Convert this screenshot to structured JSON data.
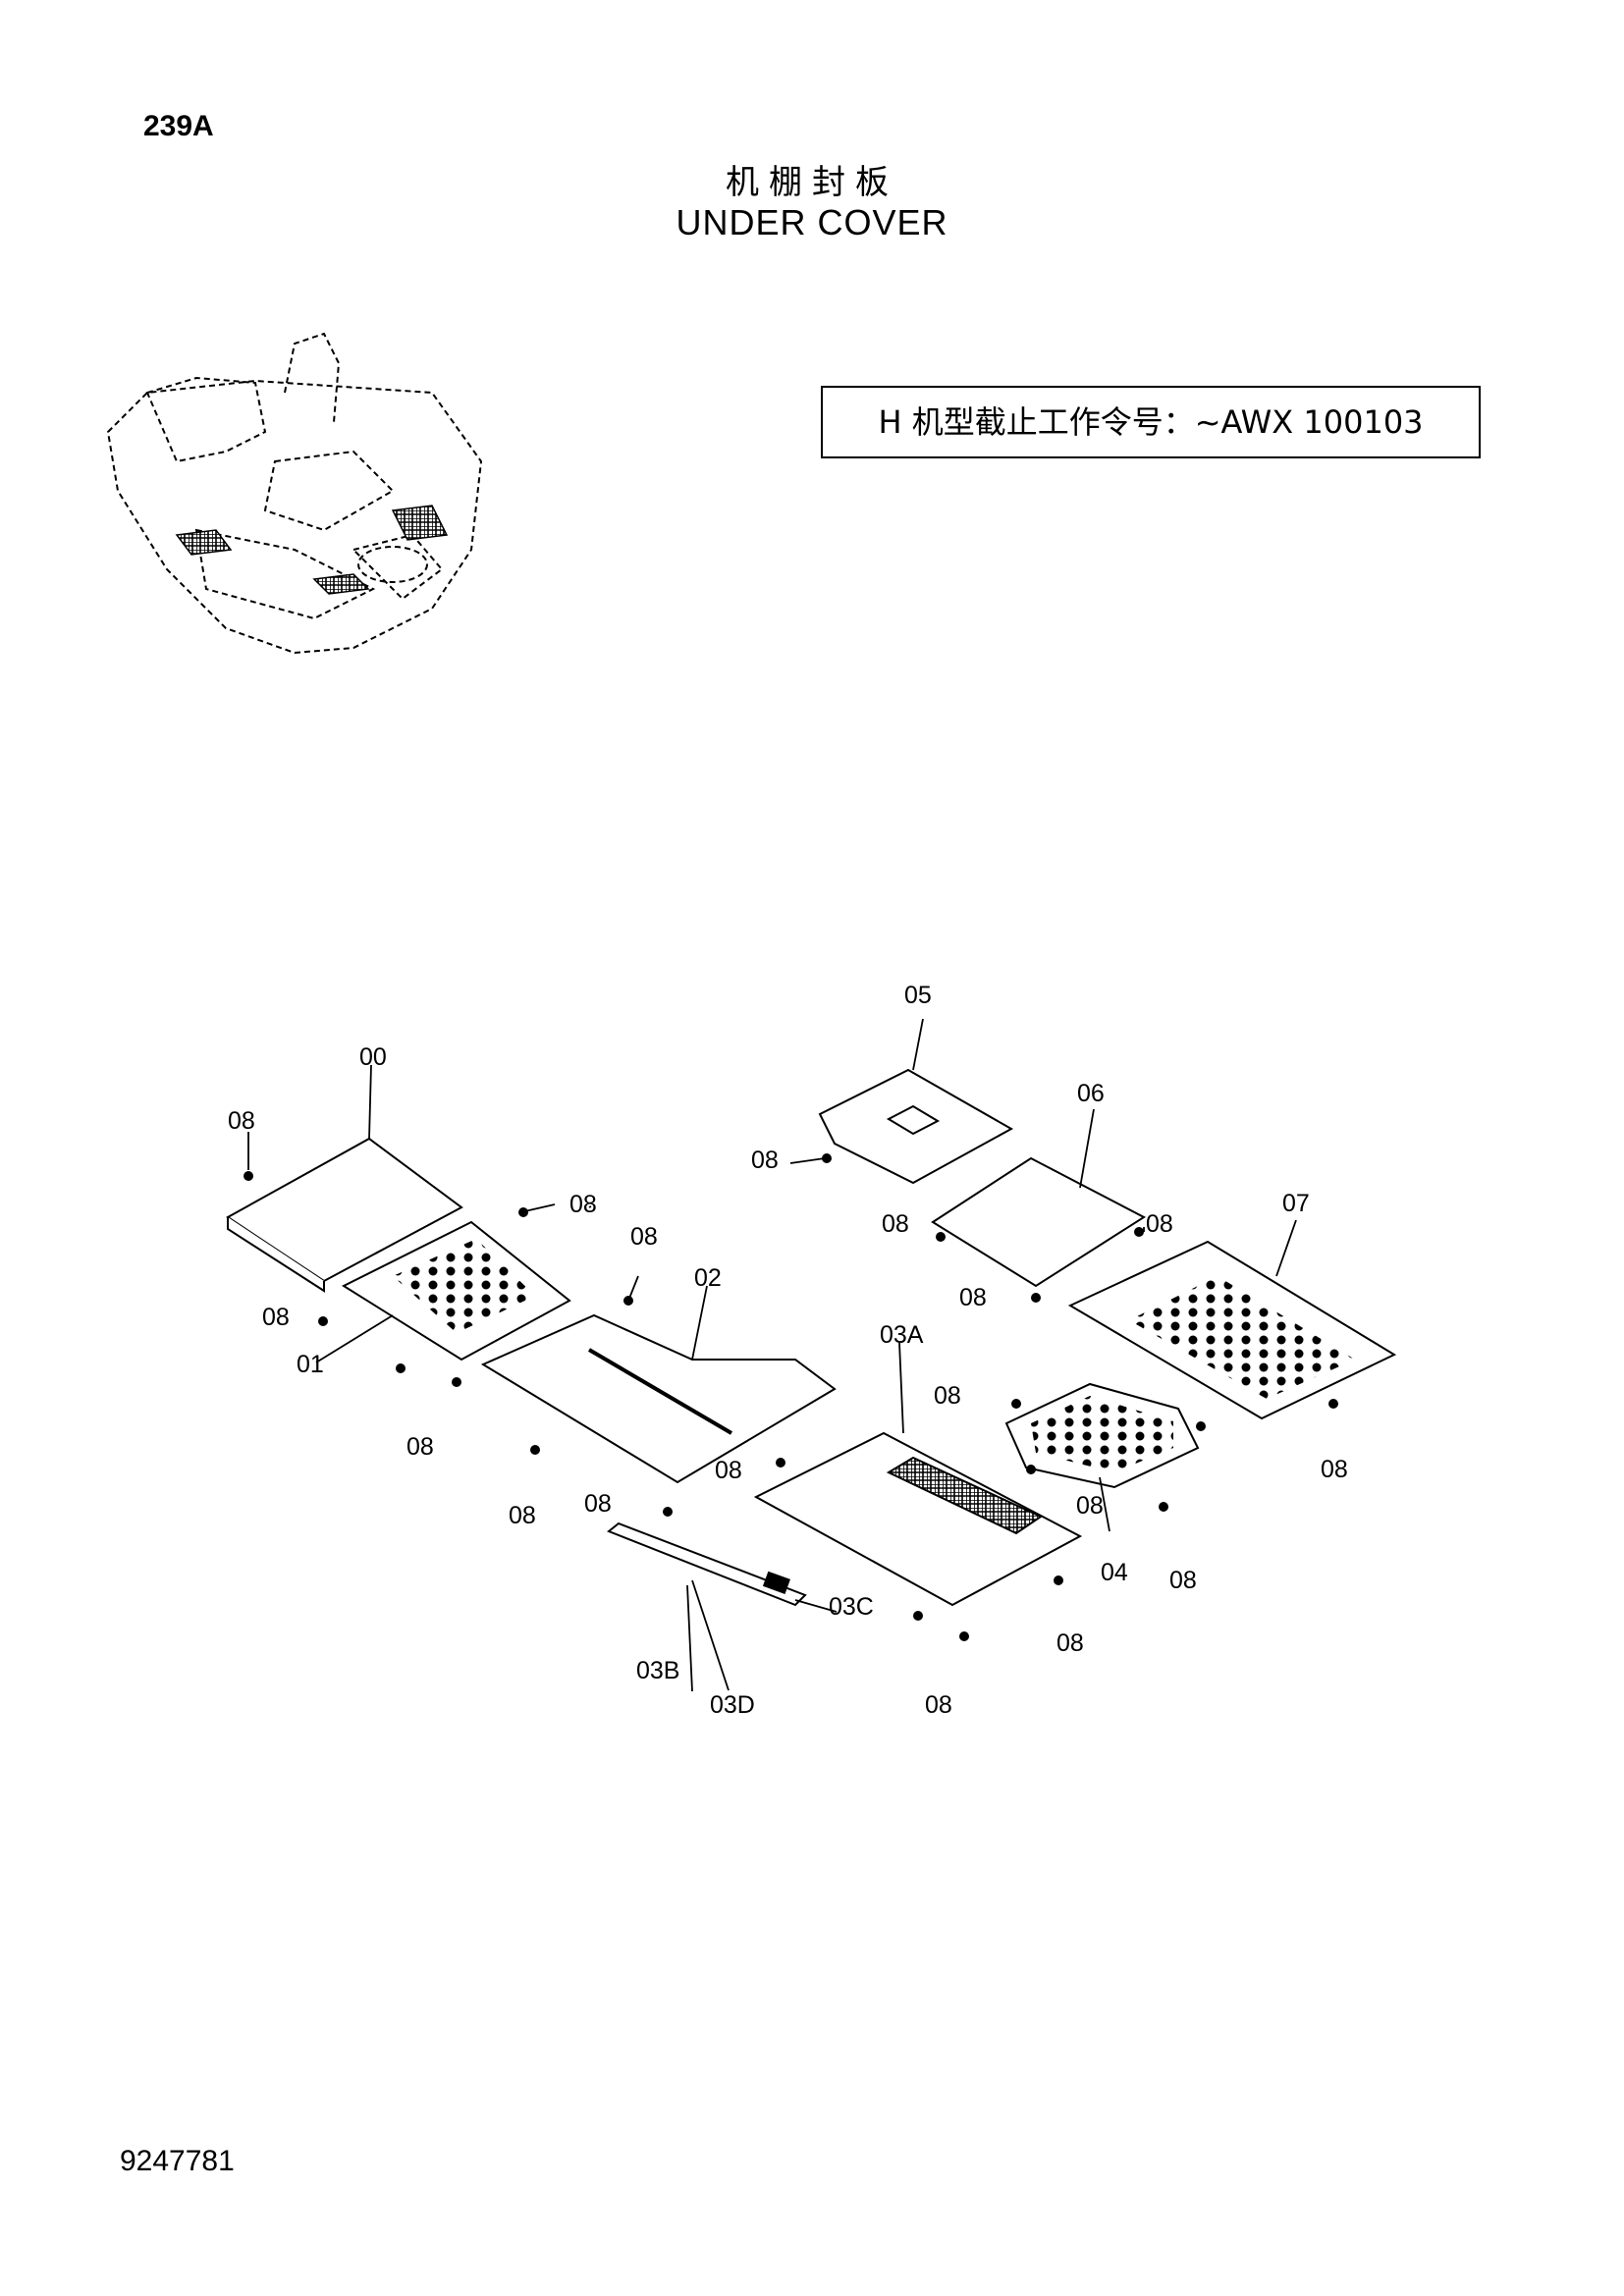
{
  "header": {
    "page_number": "239A",
    "title_cn": "机棚封板",
    "title_en": "UNDER COVER",
    "notice": "H 机型截止工作令号：~AWX 100103"
  },
  "footer": {
    "document_number": "9247781"
  },
  "callouts": {
    "c00": "00",
    "c01": "01",
    "c02": "02",
    "c03A": "03A",
    "c03B": "03B",
    "c03C": "03C",
    "c03D": "03D",
    "c04": "04",
    "c05": "05",
    "c06": "06",
    "c07": "07",
    "c08": "08"
  }
}
